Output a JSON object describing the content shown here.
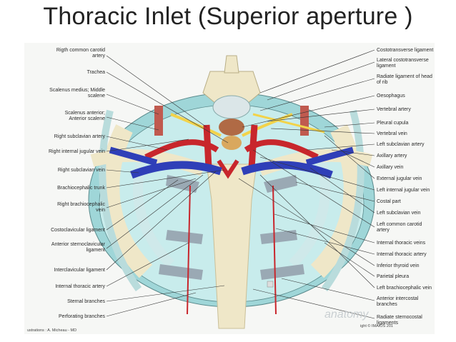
{
  "title": "Thoracic Inlet (Superior  aperture )",
  "left_labels": [
    [
      "Rigth common carotid",
      "artery"
    ],
    [
      "Trachea"
    ],
    [
      "Scalenus medius; Middle",
      "scalene"
    ],
    [
      "Scalenus anterior;",
      "Anterior scalene"
    ],
    [
      "Right subclavian artery"
    ],
    [
      "Right internal jugular vein"
    ],
    [
      "Right subclavian vein"
    ],
    [
      "Brachiocephalic trunk"
    ],
    [
      "Right brachiocephalic",
      "vein"
    ],
    [
      "Costoclavicular ligament"
    ],
    [
      "Anterior sternoclavicular",
      "ligament"
    ],
    [
      "Interclavicular ligament"
    ],
    [
      "Internal thoracic artery"
    ],
    [
      "Sternal branches"
    ],
    [
      "Perforating branches"
    ]
  ],
  "right_labels": [
    [
      "Costotransverse ligament"
    ],
    [
      "Lateral costotransverse",
      "ligament"
    ],
    [
      "Radiate ligament of head",
      "of rib"
    ],
    [
      "Oesophagus"
    ],
    [
      "Vertebral artery"
    ],
    [
      "Pleural cupula"
    ],
    [
      "Vertebral vein"
    ],
    [
      "Left subclavian artery"
    ],
    [
      "Axillary artery"
    ],
    [
      "Axillary vein"
    ],
    [
      "External jugular vein"
    ],
    [
      "Left internal jugular vein"
    ],
    [
      "Costal part"
    ],
    [
      "Left subclavian vein"
    ],
    [
      "Left common carotid",
      "artery"
    ],
    [
      "Internal thoracic veins"
    ],
    [
      "Internal thoracic artery"
    ],
    [
      "Inferior thyroid vein"
    ],
    [
      "Parietal pleura"
    ],
    [
      "Left brachiocephalic vein"
    ],
    [
      "Anterior intercostal",
      "branches"
    ],
    [
      "Radiate sternocostal",
      "ligaments"
    ]
  ],
  "credits": {
    "illustrator": "ustrations : A. Micheau - MD",
    "copyright": "ight © IMAIOS 201",
    "watermark": "anatomy"
  }
}
